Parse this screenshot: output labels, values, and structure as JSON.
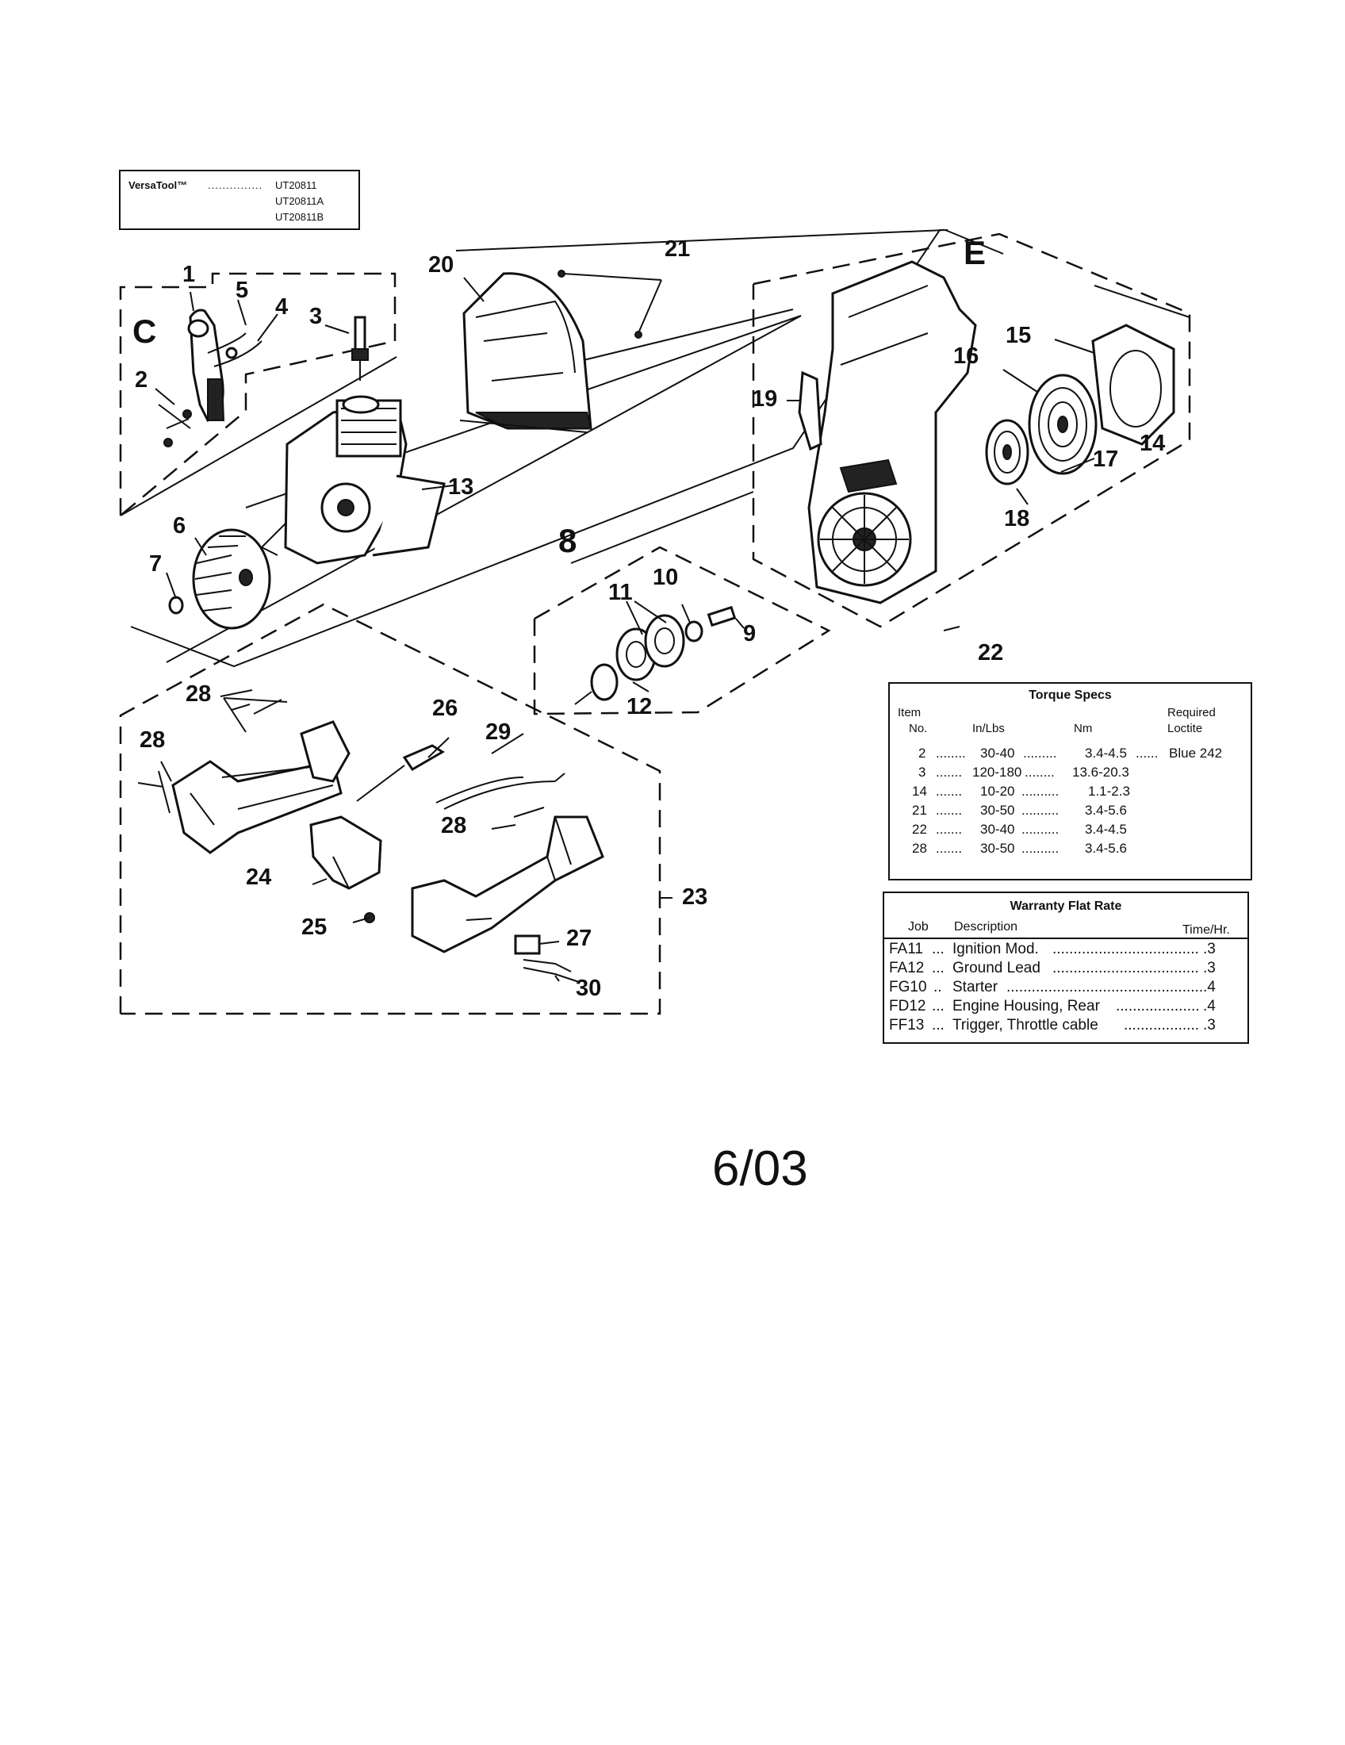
{
  "model_box": {
    "brand": "VersaTool™",
    "dots": "...............",
    "models": [
      "UT20811",
      "UT20811A",
      "UT20811B"
    ]
  },
  "group_labels": {
    "c": "C",
    "e": "E",
    "eight": "8"
  },
  "callouts": {
    "n1": "1",
    "n2": "2",
    "n3": "3",
    "n4": "4",
    "n5": "5",
    "n6": "6",
    "n7": "7",
    "n9": "9",
    "n10": "10",
    "n11": "11",
    "n12": "12",
    "n13": "13",
    "n14": "14",
    "n15": "15",
    "n16": "16",
    "n17": "17",
    "n18": "18",
    "n19": "19",
    "n20": "20",
    "n21": "21",
    "n22": "22",
    "n23": "23",
    "n24": "24",
    "n25": "25",
    "n26": "26",
    "n27": "27",
    "n28a": "28",
    "n28b": "28",
    "n28c": "28",
    "n29": "29",
    "n30": "30"
  },
  "torque_specs": {
    "title": "Torque Specs",
    "header_item_1": "Item",
    "header_item_2": "No.",
    "header_inlbs": "In/Lbs",
    "header_nm": "Nm",
    "header_req_1": "Required",
    "header_req_2": "Loctite",
    "rows": [
      {
        "item": "2",
        "d1": "........",
        "inlbs": "30-40",
        "d2": ".........",
        "nm": "3.4-4.5",
        "d3": "......",
        "loctite": "Blue 242"
      },
      {
        "item": "3",
        "d1": ".......",
        "inlbs": "120-180",
        "d2": "........",
        "nm": "13.6-20.3",
        "d3": "",
        "loctite": ""
      },
      {
        "item": "14",
        "d1": ".......",
        "inlbs": "10-20",
        "d2": "..........",
        "nm": "1.1-2.3",
        "d3": "",
        "loctite": ""
      },
      {
        "item": "21",
        "d1": ".......",
        "inlbs": "30-50",
        "d2": "..........",
        "nm": "3.4-5.6",
        "d3": "",
        "loctite": ""
      },
      {
        "item": "22",
        "d1": ".......",
        "inlbs": "30-40",
        "d2": "..........",
        "nm": "3.4-4.5",
        "d3": "",
        "loctite": ""
      },
      {
        "item": "28",
        "d1": ".......",
        "inlbs": "30-50",
        "d2": "..........",
        "nm": "3.4-5.6",
        "d3": "",
        "loctite": ""
      }
    ]
  },
  "warranty": {
    "title": "Warranty Flat Rate",
    "header_job": "Job",
    "header_desc": "Description",
    "header_time": "Time/Hr.",
    "rows": [
      {
        "job": "FA11",
        "sep": "...",
        "desc": "Ignition Mod.",
        "dots": "...................................",
        "time": ".3"
      },
      {
        "job": "FA12",
        "sep": "...",
        "desc": "Ground Lead",
        "dots": "...................................",
        "time": ".3"
      },
      {
        "job": "FG10",
        "sep": "..",
        "desc": "Starter",
        "dots": "...............................................",
        "time": ".4"
      },
      {
        "job": "FD12",
        "sep": "...",
        "desc": "Engine Housing, Rear",
        "dots": "....................",
        "time": ".4"
      },
      {
        "job": "FF13",
        "sep": "...",
        "desc": "Trigger, Throttle cable",
        "dots": "..................",
        "time": ".3"
      }
    ]
  },
  "date_code": "6/03"
}
